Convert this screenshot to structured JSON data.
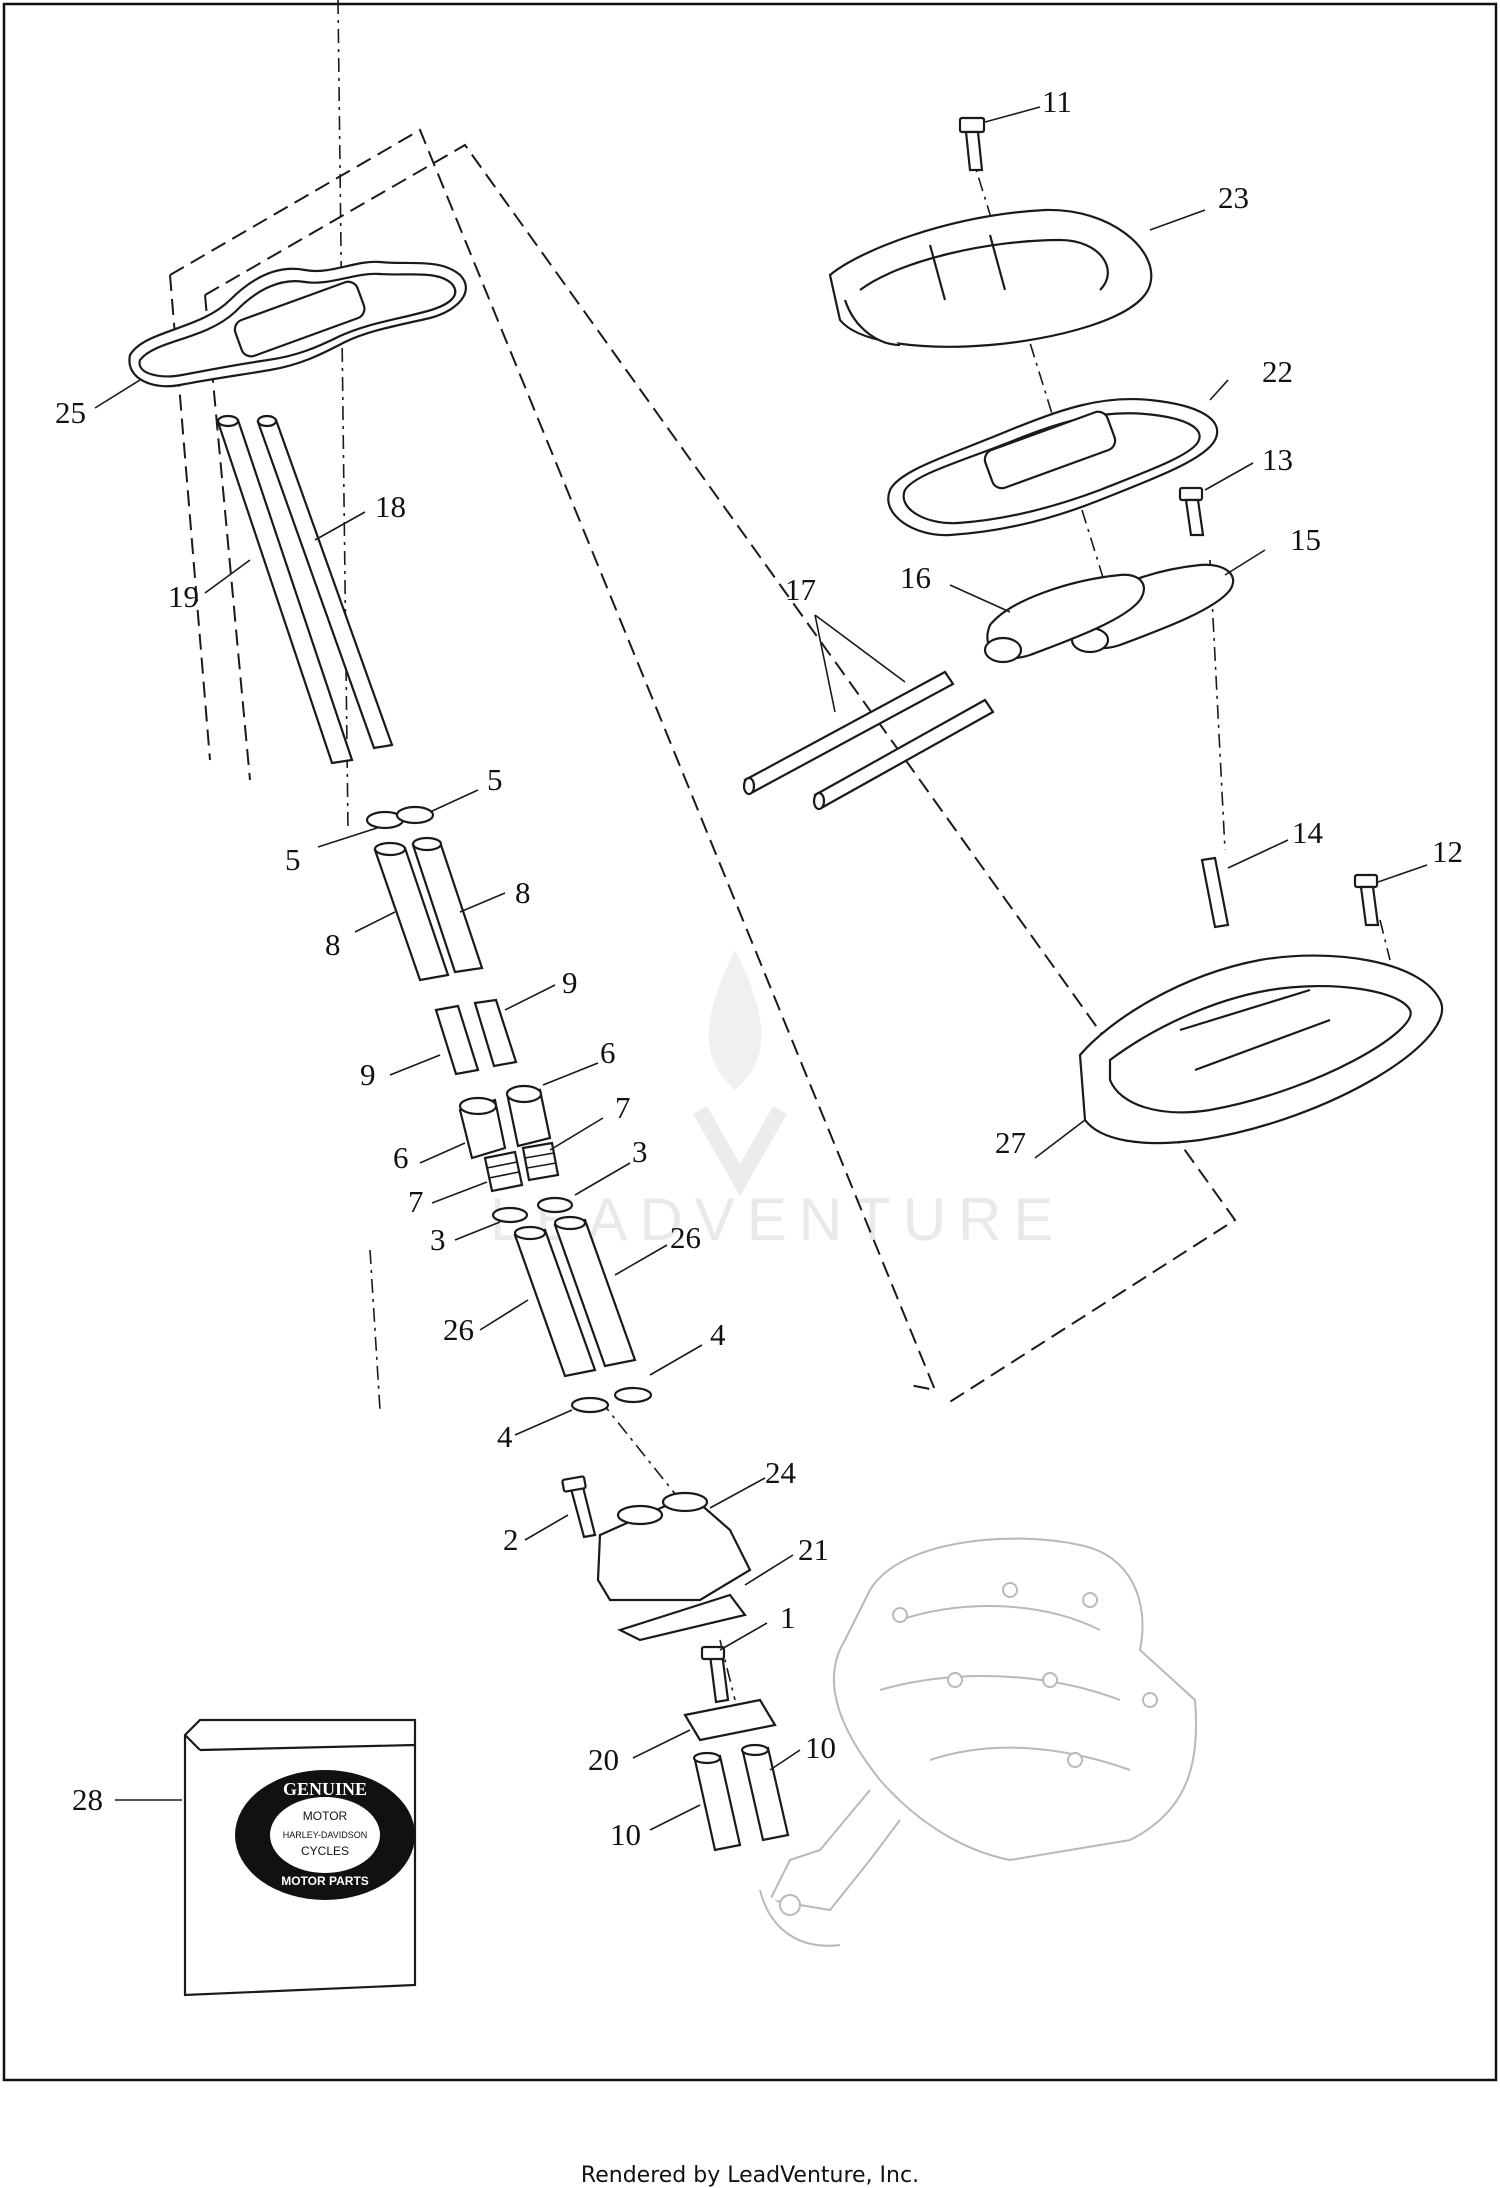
{
  "watermark": "LEADVENTURE",
  "footer_text": "Rendered by LeadVenture, Inc.",
  "logo": {
    "line1": "GENUINE",
    "line2": "MOTOR",
    "line3": "HARLEY-DAVIDSON",
    "line4": "CYCLES",
    "line5": "MOTOR PARTS"
  },
  "callouts": [
    {
      "label": "1"
    },
    {
      "label": "2"
    },
    {
      "label": "3"
    },
    {
      "label": "3"
    },
    {
      "label": "4"
    },
    {
      "label": "4"
    },
    {
      "label": "5"
    },
    {
      "label": "5"
    },
    {
      "label": "6"
    },
    {
      "label": "6"
    },
    {
      "label": "7"
    },
    {
      "label": "7"
    },
    {
      "label": "8"
    },
    {
      "label": "8"
    },
    {
      "label": "9"
    },
    {
      "label": "9"
    },
    {
      "label": "10"
    },
    {
      "label": "10"
    },
    {
      "label": "11"
    },
    {
      "label": "12"
    },
    {
      "label": "13"
    },
    {
      "label": "14"
    },
    {
      "label": "15"
    },
    {
      "label": "16"
    },
    {
      "label": "17"
    },
    {
      "label": "18"
    },
    {
      "label": "19"
    },
    {
      "label": "20"
    },
    {
      "label": "21"
    },
    {
      "label": "22"
    },
    {
      "label": "23"
    },
    {
      "label": "24"
    },
    {
      "label": "25"
    },
    {
      "label": "26"
    },
    {
      "label": "26"
    },
    {
      "label": "27"
    },
    {
      "label": "28"
    }
  ]
}
